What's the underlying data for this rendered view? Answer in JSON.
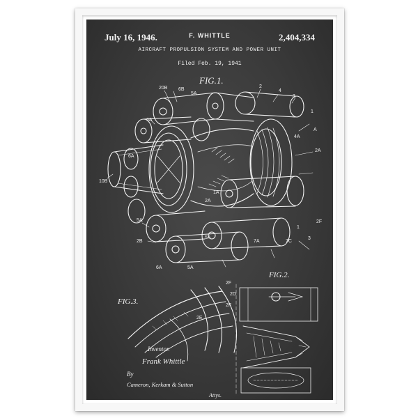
{
  "poster": {
    "date": "July 16, 1946.",
    "inventor_name": "F. WHITTLE",
    "patent_number": "2,404,334",
    "title": "AIRCRAFT PROPULSION SYSTEM AND POWER UNIT",
    "filed": "Filed Feb. 19, 1941"
  },
  "figures": {
    "fig1": "FIG.1.",
    "fig2": "FIG.2.",
    "fig3": "FIG.3."
  },
  "signature": {
    "inventor_label": "Inventor.",
    "inventor_name": "Frank Whittle",
    "by": "By",
    "attorneys": "Cameron, Kerkam & Sutton",
    "attys": "Attys."
  },
  "annotations": [
    "20B",
    "6A",
    "5A",
    "6B",
    "2",
    "4",
    "3",
    "1",
    "A",
    "2A",
    "10B",
    "5A",
    "2B",
    "5A",
    "6A",
    "5A",
    "7A",
    "7C",
    "1",
    "2F",
    "3",
    "2F",
    "2D",
    "2E",
    "2F",
    "6A",
    "4A",
    "2A",
    "1A"
  ],
  "colors": {
    "chalkboard": "#3a3a3a",
    "chalk": "#f1f1f1",
    "frame": "#f7f7f7"
  }
}
